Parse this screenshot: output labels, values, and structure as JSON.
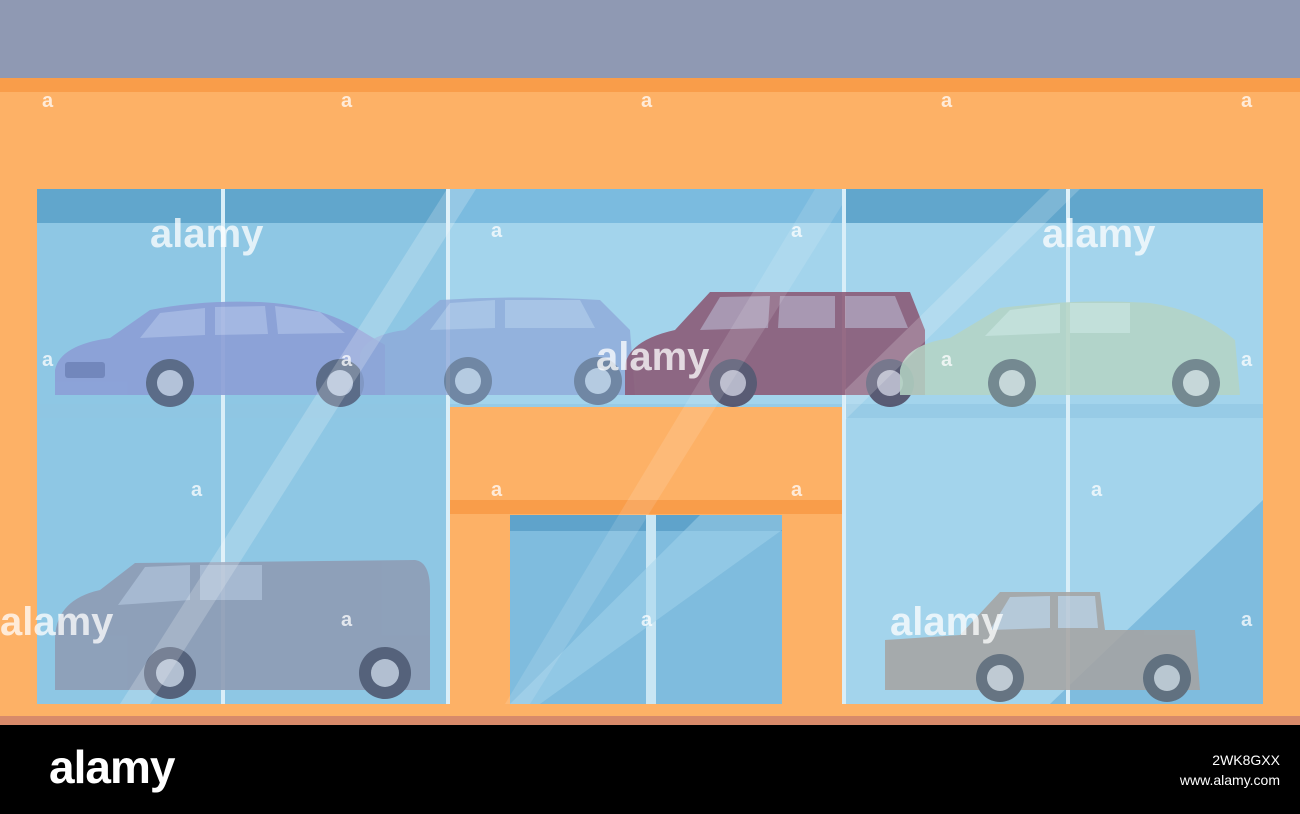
{
  "watermark": {
    "brand": "alamy",
    "small_mark": "a"
  },
  "footer": {
    "logo": "alamy",
    "image_id": "2WK8GXX",
    "site": "www.alamy.com"
  },
  "colors": {
    "sky": "#8f99b3",
    "facade": "#fdb166",
    "facade_trim": "#f99d4a",
    "glass": "#7fbcde",
    "glass_light": "#a7d7ef",
    "car_blue": "#8c9fd6",
    "car_red": "#8a5571",
    "car_green": "#b5d5c5",
    "van_gray": "#8e9cb5",
    "truck_tan": "#a6a3a2",
    "footer_bg": "#000000"
  }
}
